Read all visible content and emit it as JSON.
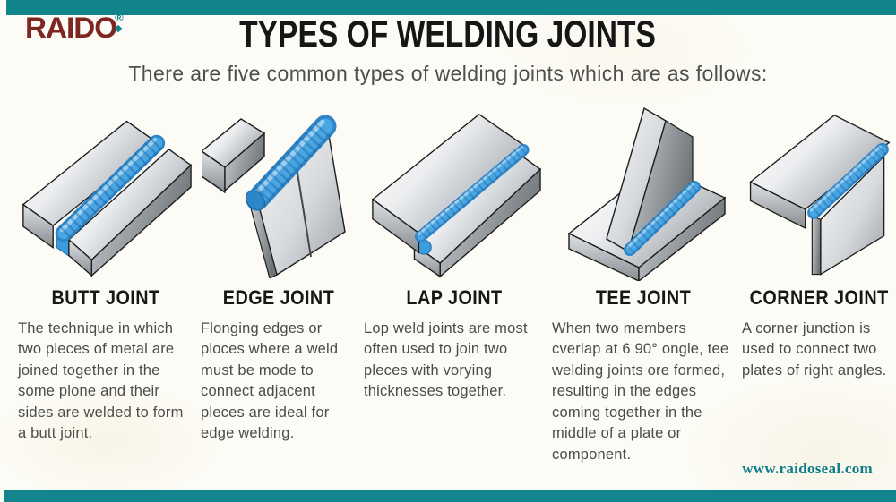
{
  "logo": {
    "text": "RAIDO",
    "registered_mark": "®"
  },
  "header": {
    "title": "TYPES OF WELDING JOINTS",
    "subtitle": "There are five common types of welding joints which are as follows:"
  },
  "joints": [
    {
      "name": "BUTT JOINT",
      "description": "The technique in which two pleces of metal are joined together in the some plone and their sides are welded to form a butt joint."
    },
    {
      "name": "EDGE JOINT",
      "description": "Flonging edges or ploces where a weld must be mode to connect adjacent pleces are ideal for edge welding."
    },
    {
      "name": "LAP JOINT",
      "description": "Lop weld joints are most often used to join two pleces with vorying thicknesses together."
    },
    {
      "name": "TEE JOINT",
      "description": "When two members cverlap at 6 90° ongle, tee welding joints ore formed, resulting in the edges coming together in the middle of a plate or component."
    },
    {
      "name": "CORNER JOINT",
      "description": "A corner junction is used to connect two plates of right angles."
    }
  ],
  "website": "www.raidoseal.com",
  "colors": {
    "accent_teal": "#12858c",
    "logo_maroon": "#7c2721",
    "weld_blue": "#3b9bdc",
    "website_teal": "#0d7d8a"
  }
}
